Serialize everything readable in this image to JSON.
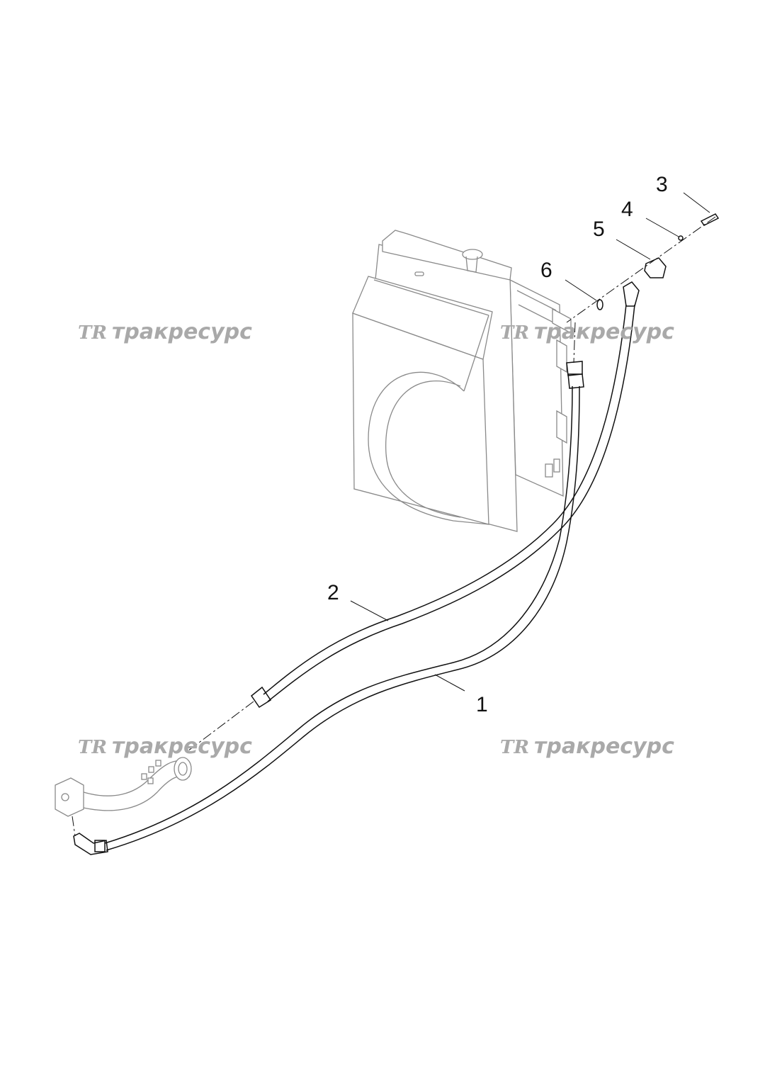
{
  "watermark": {
    "logo": "TR",
    "brand": "тракресурс"
  },
  "callouts": [
    {
      "id": "1",
      "label": "1"
    },
    {
      "id": "2",
      "label": "2"
    },
    {
      "id": "3",
      "label": "3"
    },
    {
      "id": "4",
      "label": "4"
    },
    {
      "id": "5",
      "label": "5"
    },
    {
      "id": "6",
      "label": "6"
    }
  ],
  "colors": {
    "line": "#111111",
    "context_part": "#8a8a8a",
    "watermark": "#a9a9a9",
    "background": "#ffffff"
  }
}
